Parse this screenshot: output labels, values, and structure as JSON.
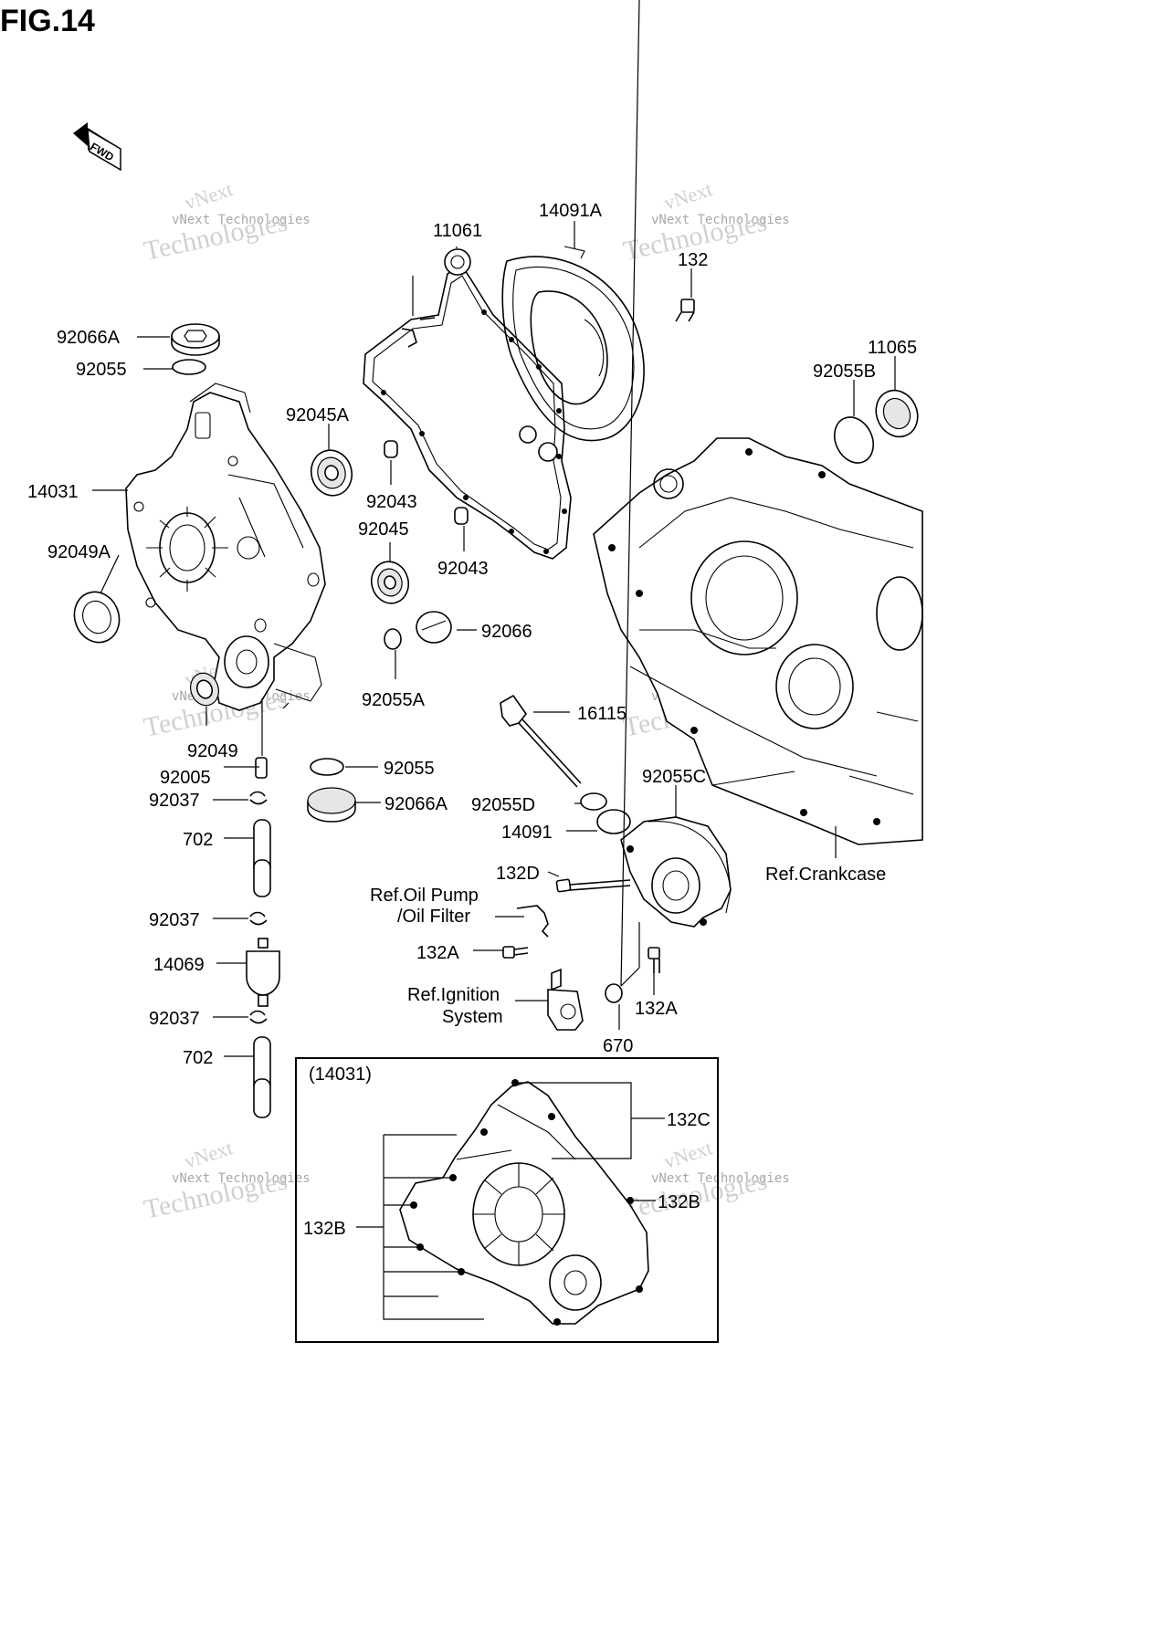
{
  "figure": {
    "title": "FIG.14",
    "fwd_label": "FWD",
    "inset_label": "(14031)"
  },
  "watermark": {
    "brand": "vNext",
    "line": "vNext Technologies",
    "word": "Technologies"
  },
  "callouts": [
    {
      "id": "c-92066A-top",
      "text": "92066A"
    },
    {
      "id": "c-92055-top",
      "text": "92055"
    },
    {
      "id": "c-14031",
      "text": "14031"
    },
    {
      "id": "c-92049A",
      "text": "92049A"
    },
    {
      "id": "c-92049",
      "text": "92049"
    },
    {
      "id": "c-92005",
      "text": "92005"
    },
    {
      "id": "c-92037-a",
      "text": "92037"
    },
    {
      "id": "c-702-a",
      "text": "702"
    },
    {
      "id": "c-92037-b",
      "text": "92037"
    },
    {
      "id": "c-14069",
      "text": "14069"
    },
    {
      "id": "c-92037-c",
      "text": "92037"
    },
    {
      "id": "c-702-b",
      "text": "702"
    },
    {
      "id": "c-11061",
      "text": "11061"
    },
    {
      "id": "c-14091A",
      "text": "14091A"
    },
    {
      "id": "c-132",
      "text": "132"
    },
    {
      "id": "c-11065",
      "text": "11065"
    },
    {
      "id": "c-92055B",
      "text": "92055B"
    },
    {
      "id": "c-92045A",
      "text": "92045A"
    },
    {
      "id": "c-92043-a",
      "text": "92043"
    },
    {
      "id": "c-92045",
      "text": "92045"
    },
    {
      "id": "c-92043-b",
      "text": "92043"
    },
    {
      "id": "c-92066",
      "text": "92066"
    },
    {
      "id": "c-92055A",
      "text": "92055A"
    },
    {
      "id": "c-92055-bot",
      "text": "92055"
    },
    {
      "id": "c-92066A-bot",
      "text": "92066A"
    },
    {
      "id": "c-16115",
      "text": "16115"
    },
    {
      "id": "c-92055C",
      "text": "92055C"
    },
    {
      "id": "c-92055D",
      "text": "92055D"
    },
    {
      "id": "c-14091",
      "text": "14091"
    },
    {
      "id": "c-132D",
      "text": "132D"
    },
    {
      "id": "c-132A-a",
      "text": "132A"
    },
    {
      "id": "c-132A-b",
      "text": "132A"
    },
    {
      "id": "c-670",
      "text": "670"
    },
    {
      "id": "c-132C",
      "text": "132C"
    },
    {
      "id": "c-132B-a",
      "text": "132B"
    },
    {
      "id": "c-132B-b",
      "text": "132B"
    }
  ],
  "references": {
    "crankcase": "Ref.Crankcase",
    "oil_pump_1": "Ref.Oil Pump",
    "oil_pump_2": "/Oil Filter",
    "ignition_1": "Ref.Ignition",
    "ignition_2": "System"
  }
}
